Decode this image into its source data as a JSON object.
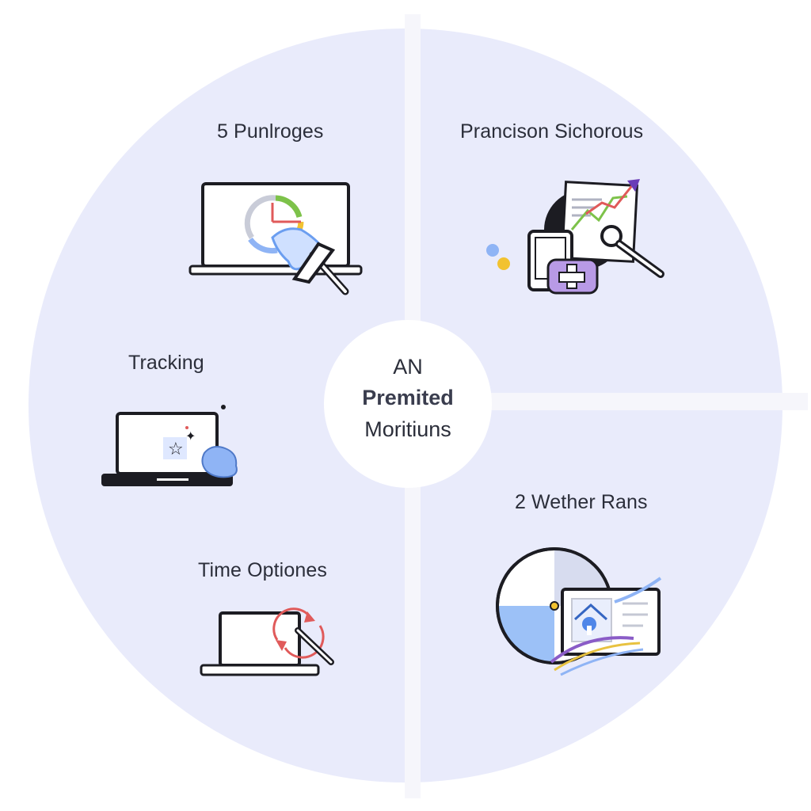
{
  "diagram": {
    "center": {
      "line1": "AN",
      "line2": "Premited",
      "line3": "Moritiuns"
    },
    "sections": [
      {
        "label": "5 Punlroges",
        "icon": "laptop-gauge-icon"
      },
      {
        "label": "Prancison Sichorous",
        "icon": "report-magnifier-icon"
      },
      {
        "label": "Tracking",
        "icon": "laptop-stars-icon"
      },
      {
        "label": "2 Wether Rans",
        "icon": "pie-card-icon"
      },
      {
        "label": "Time Optiones",
        "icon": "laptop-refresh-icon"
      }
    ],
    "colors": {
      "circle_fill": "#e9ebfb",
      "divider": "#f7f7fb",
      "text": "#2b2e3a",
      "accent_purple": "#8a5cc7",
      "accent_blue": "#8fb4f5",
      "accent_green": "#7dc24a",
      "accent_red": "#e05a5a",
      "accent_yellow": "#f2c230"
    }
  }
}
